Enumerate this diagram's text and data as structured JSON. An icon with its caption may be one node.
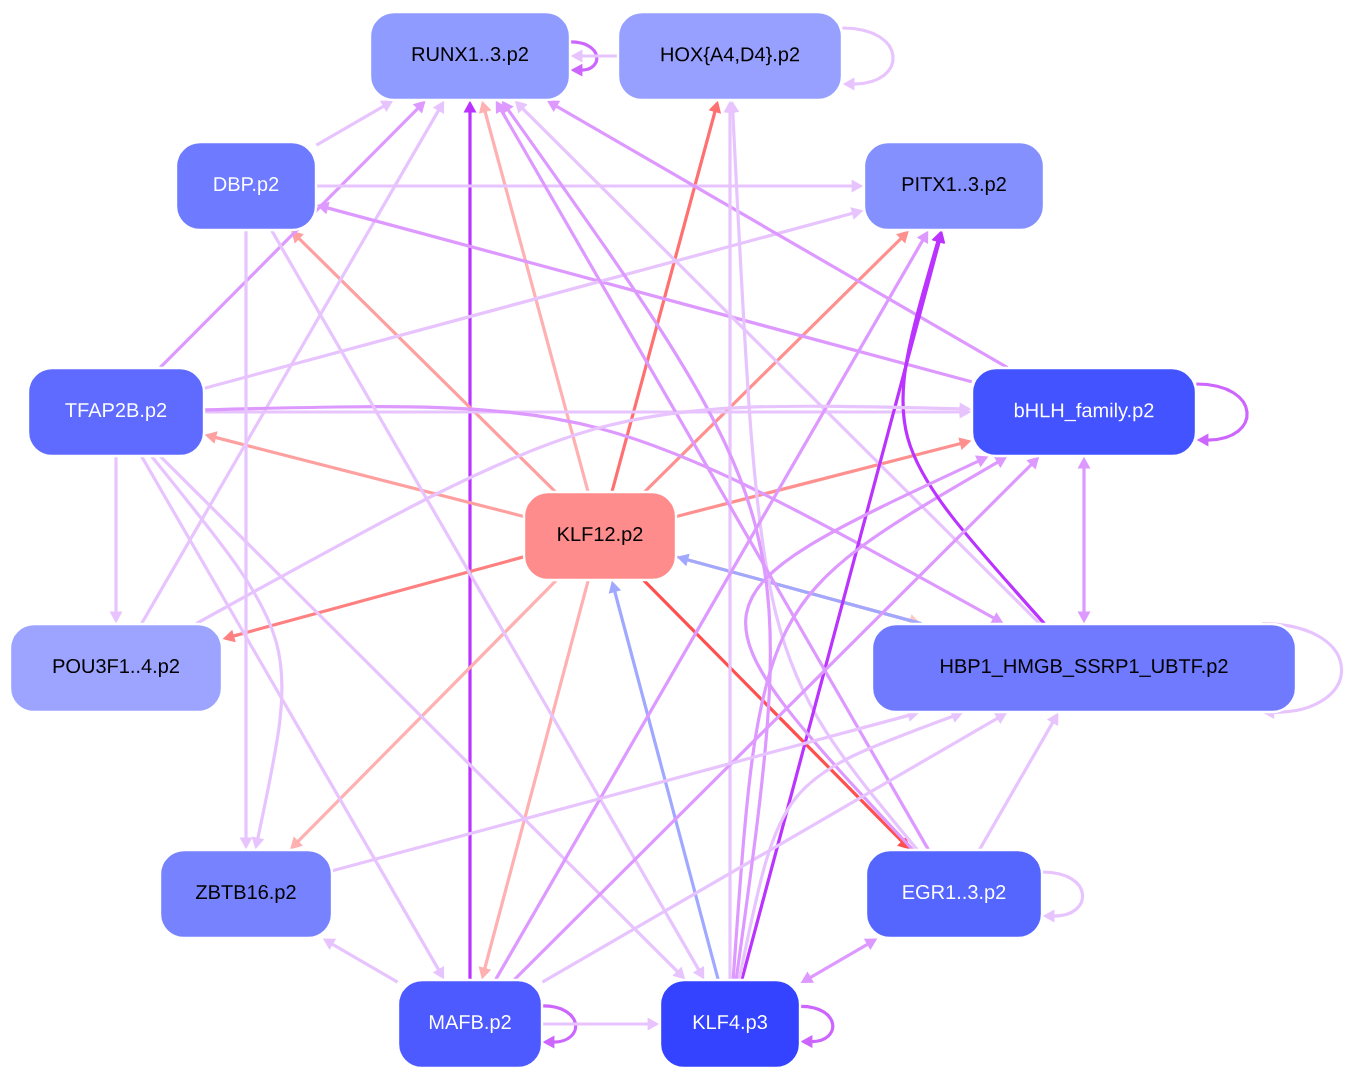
{
  "diagram": {
    "nodes": [
      {
        "text": [
          "RUNX1..3.p2"
        ]
      },
      {
        "text": [
          "HOX{A4,D4}.p2"
        ]
      },
      {
        "text": [
          "DBP.p2"
        ]
      },
      {
        "text": [
          "PITX1..3.p2"
        ]
      },
      {
        "text": [
          "TFAP2B.p2"
        ]
      },
      {
        "text": [
          "bHLH_family.p2"
        ]
      },
      {
        "text": [
          "KLF12.p2"
        ]
      },
      {
        "text": [
          "POU3F1..4.p2"
        ]
      },
      {
        "text": [
          "HBP1_HMGB_SSRP1_UBTF.p2"
        ]
      },
      {
        "text": [
          "ZBTB16.p2"
        ]
      },
      {
        "text": [
          "EGR1..3.p2"
        ]
      },
      {
        "text": [
          "MAFB.p2"
        ]
      },
      {
        "text": [
          "KLF4.p3"
        ]
      }
    ],
    "edges": [
      {
        "from": 0,
        "to": 0,
        "arrow": "to",
        "color": "#cc66ff"
      },
      {
        "from": 1,
        "to": 0,
        "arrow": "to"
      },
      {
        "from": 1,
        "to": 1,
        "arrow": "to"
      },
      {
        "from": 2,
        "to": 0,
        "arrow": "to"
      },
      {
        "from": 11,
        "to": 0,
        "arrow": "to",
        "color": "#bb33ff"
      },
      {
        "from": 6,
        "to": 0,
        "arrow": "to",
        "color": "#ffb0b0"
      },
      {
        "from": 6,
        "to": 1,
        "arrow": "to",
        "color": "#ff7070"
      },
      {
        "from": 6,
        "to": 3,
        "arrow": "to",
        "color": "#ff9090"
      },
      {
        "from": 6,
        "to": 2,
        "arrow": "to",
        "color": "#ffa0a0"
      },
      {
        "from": 6,
        "to": 4,
        "arrow": "to",
        "color": "#ffa0a0"
      },
      {
        "from": 6,
        "to": 7,
        "arrow": "to",
        "color": "#ff8080"
      },
      {
        "from": 6,
        "to": 9,
        "arrow": "to",
        "color": "#ffb0b0"
      },
      {
        "from": 6,
        "to": 11,
        "arrow": "to",
        "color": "#ffb0b0"
      },
      {
        "from": 6,
        "to": 5,
        "arrow": "to",
        "color": "#ff9090"
      },
      {
        "from": 6,
        "to": 8,
        "arrow": "to",
        "color": "#ffc8c0"
      },
      {
        "from": 8,
        "to": 6,
        "arrow": "to",
        "color": "#a0a8ff"
      },
      {
        "from": 12,
        "to": 6,
        "arrow": "to",
        "color": "#a0a8ff"
      },
      {
        "from": 6,
        "to": 10,
        "arrow": "to",
        "color": "#ff5050"
      },
      {
        "from": 4,
        "to": 0,
        "arrow": "to",
        "color": "#dd99ff"
      },
      {
        "from": 7,
        "to": 0,
        "arrow": "to"
      },
      {
        "from": 2,
        "to": 3,
        "arrow": "to"
      },
      {
        "from": 5,
        "to": 2,
        "arrow": "to",
        "color": "#dd99ff"
      },
      {
        "from": 4,
        "to": 5,
        "arrow": "to"
      },
      {
        "from": 4,
        "to": 3,
        "arrow": "to"
      },
      {
        "from": 4,
        "to": 8,
        "arrow": "to",
        "color": "#dd99ff"
      },
      {
        "from": 4,
        "to": 7,
        "arrow": "to"
      },
      {
        "from": 4,
        "to": 9,
        "arrow": "to"
      },
      {
        "from": 4,
        "to": 11,
        "arrow": "to"
      },
      {
        "from": 4,
        "to": 12,
        "arrow": "to"
      },
      {
        "from": 2,
        "to": 9,
        "arrow": "to"
      },
      {
        "from": 2,
        "to": 12,
        "arrow": "to"
      },
      {
        "from": 5,
        "to": 0,
        "arrow": "to",
        "color": "#dd99ff"
      },
      {
        "from": 8,
        "to": 0,
        "arrow": "to"
      },
      {
        "from": 10,
        "to": 1,
        "arrow": "to"
      },
      {
        "from": 12,
        "to": 1,
        "arrow": "to"
      },
      {
        "from": 12,
        "to": 3,
        "arrow": "to",
        "color": "#bb33ff"
      },
      {
        "from": 12,
        "to": 5,
        "arrow": "to",
        "color": "#dd99ff"
      },
      {
        "from": 5,
        "to": 8,
        "arrow": "both",
        "color": "#dd99ff"
      },
      {
        "from": 8,
        "to": 3,
        "arrow": "to",
        "color": "#bb33ff"
      },
      {
        "from": 5,
        "to": 5,
        "arrow": "to",
        "color": "#cc66ff"
      },
      {
        "from": 8,
        "to": 8,
        "arrow": "to"
      },
      {
        "from": 10,
        "to": 10,
        "arrow": "to"
      },
      {
        "from": 10,
        "to": 12,
        "arrow": "both",
        "color": "#dd99ff"
      },
      {
        "from": 10,
        "to": 8,
        "arrow": "to"
      },
      {
        "from": 10,
        "to": 5,
        "arrow": "to",
        "color": "#dd99ff"
      },
      {
        "from": 10,
        "to": 0,
        "arrow": "to",
        "color": "#dd99ff"
      },
      {
        "from": 12,
        "to": 12,
        "arrow": "to",
        "color": "#cc66ff"
      },
      {
        "from": 11,
        "to": 11,
        "arrow": "to",
        "color": "#cc66ff"
      },
      {
        "from": 11,
        "to": 12,
        "arrow": "to"
      },
      {
        "from": 11,
        "to": 9,
        "arrow": "to"
      },
      {
        "from": 11,
        "to": 5,
        "arrow": "to",
        "color": "#dd99ff"
      },
      {
        "from": 11,
        "to": 8,
        "arrow": "to"
      },
      {
        "from": 11,
        "to": 3,
        "arrow": "to",
        "color": "#dd99ff"
      },
      {
        "from": 12,
        "to": 8,
        "arrow": "to"
      },
      {
        "from": 12,
        "to": 0,
        "arrow": "to",
        "color": "#dd99ff"
      },
      {
        "from": 9,
        "to": 8,
        "arrow": "to"
      },
      {
        "from": 7,
        "to": 5,
        "arrow": "to"
      }
    ]
  }
}
